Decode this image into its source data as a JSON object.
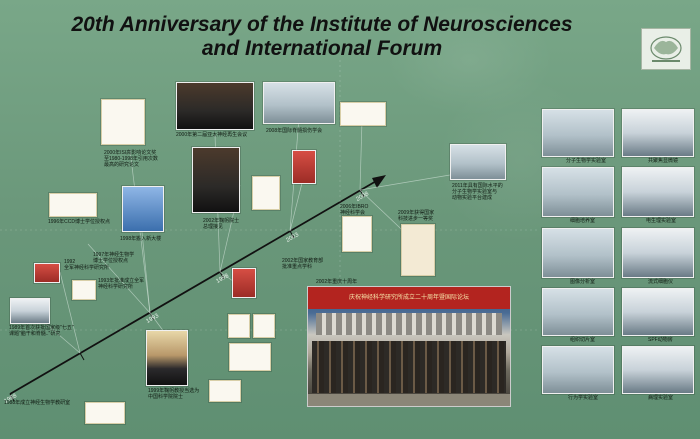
{
  "title": {
    "line1": "20th Anniversary of the Institute of Neurosciences",
    "line2": "and International Forum"
  },
  "timeline": {
    "year_labels": [
      "1988",
      "1993",
      "1998",
      "2003",
      "2008"
    ],
    "events": [
      {
        "id": "e1988",
        "caption": "1988年成立神经生物学教研室"
      },
      {
        "id": "e1989",
        "caption": "1989年首次获批国家级\"七五\"\n课题\"脑干和脊髓..\"研究"
      },
      {
        "id": "e1992",
        "caption": "1992\n全军神经科学研究所"
      },
      {
        "id": "e1993",
        "caption": "1993年批准成立全军\n神经科学研究所"
      },
      {
        "id": "e1996",
        "caption": "1996年CCD博士学位授权点"
      },
      {
        "id": "e1997",
        "caption": "1997年神经生物学\n博士学位授权点"
      },
      {
        "id": "e1998",
        "caption": "1998年搬入新大楼"
      },
      {
        "id": "e1999",
        "caption": "1999年鞠躬教授当选为\n中国科学院院士"
      },
      {
        "id": "e2000",
        "caption": "2000年ISI高影响论文奖\n至1980-1998年引用次数\n最高的研究论文"
      },
      {
        "id": "e2000b",
        "caption": "2000年第二届亚太神经再生会议"
      },
      {
        "id": "e2002",
        "caption": "2002年鞠躬院士\n总理接见"
      },
      {
        "id": "e2002b",
        "caption": "2002年国家教育部\n批准重点学科"
      },
      {
        "id": "e2002c",
        "caption": "2002年重庆十周年"
      },
      {
        "id": "e2006",
        "caption": "2006年IBRO\n神经科学会"
      },
      {
        "id": "e2008",
        "caption": "2008年国际脊髓损伤学会"
      },
      {
        "id": "e2009",
        "caption": "2009年获得国家\n科技进步一等奖"
      },
      {
        "id": "e2011",
        "caption": "2011年具有国际水平的\n分子生物学实验室与\n动物实验平台建成"
      }
    ]
  },
  "group_photo": {
    "banner": "庆祝神经科学研究所成立二十周年暨国际论坛"
  },
  "lab_photos": [
    {
      "caption": "分子生物学实验室"
    },
    {
      "caption": "共聚焦显微镜"
    },
    {
      "caption": "细胞培养室"
    },
    {
      "caption": "电生理实验室"
    },
    {
      "caption": "图像分析室"
    },
    {
      "caption": "流式细胞仪"
    },
    {
      "caption": "组织切片室"
    },
    {
      "caption": "SPF动物房"
    },
    {
      "caption": "行为学实验室"
    },
    {
      "caption": "病理实验室"
    }
  ],
  "colors": {
    "background": "#6d9a7c",
    "title": "#111111",
    "arrow": "#111111"
  }
}
